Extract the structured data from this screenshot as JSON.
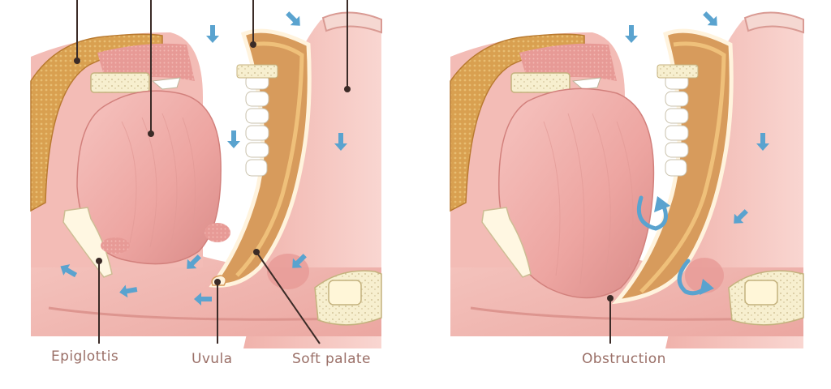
{
  "left_panel": {
    "labels": {
      "epiglottis": "Epiglottis",
      "uvula": "Uvula",
      "soft_palate": "Soft palate"
    }
  },
  "right_panel": {
    "labels": {
      "obstruction": "Obstruction"
    }
  },
  "colors": {
    "tissue": "#f1b6b0",
    "tissue_dark": "#d98d88",
    "tongue": "#efa8a4",
    "fat": "#d9a050",
    "bone": "#f7efcf",
    "airflow_arrow": "#5aa3cf",
    "leader_line": "#3b2b27",
    "label_text": "#9a6f67"
  },
  "icons": [
    "airflow-arrow-icon",
    "turbulent-flow-icon"
  ]
}
